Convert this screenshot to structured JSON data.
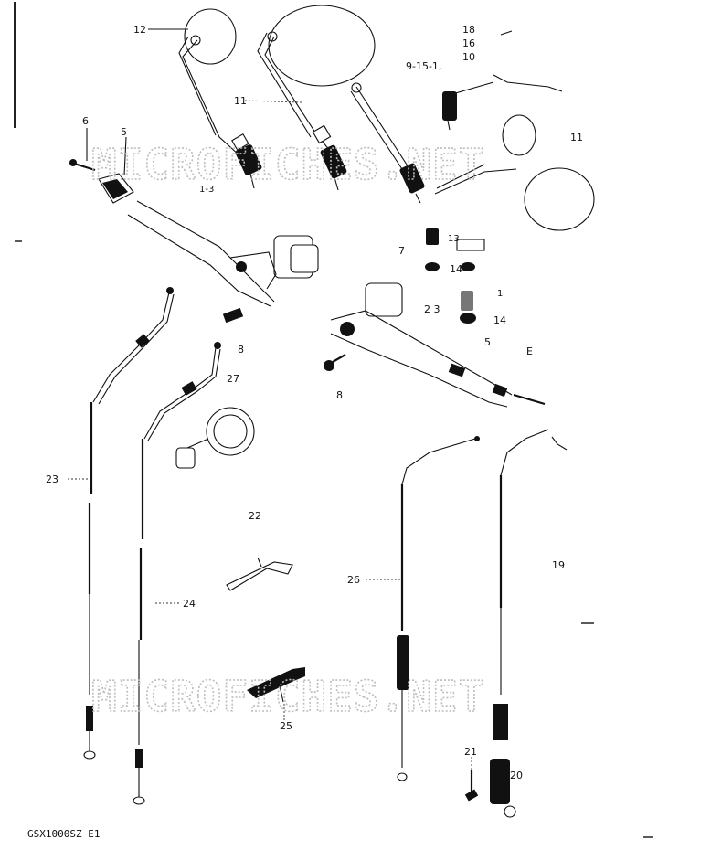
{
  "watermark": "MICROFICHES.NET",
  "footer": "GSX1000SZ E1",
  "callouts": {
    "c12": "12",
    "c18": "18",
    "c16": "16",
    "c10": "10",
    "c9_15_17": "9-15-1,",
    "c11_top": "11",
    "c11_right": "11",
    "c6": "6",
    "c5": "5",
    "c13": "1-3",
    "c7": "7",
    "c13b": "13",
    "c14a": "14",
    "c14b": "14",
    "c1": "1",
    "c2_3": "2 3",
    "c5b": "5",
    "cE": "E",
    "c8a": "8",
    "c8b": "8",
    "c27": "27",
    "c23": "23",
    "c22": "22",
    "c24": "24",
    "c26": "26",
    "c19": "19",
    "c25": "25",
    "c21": "21",
    "c20": "20"
  }
}
